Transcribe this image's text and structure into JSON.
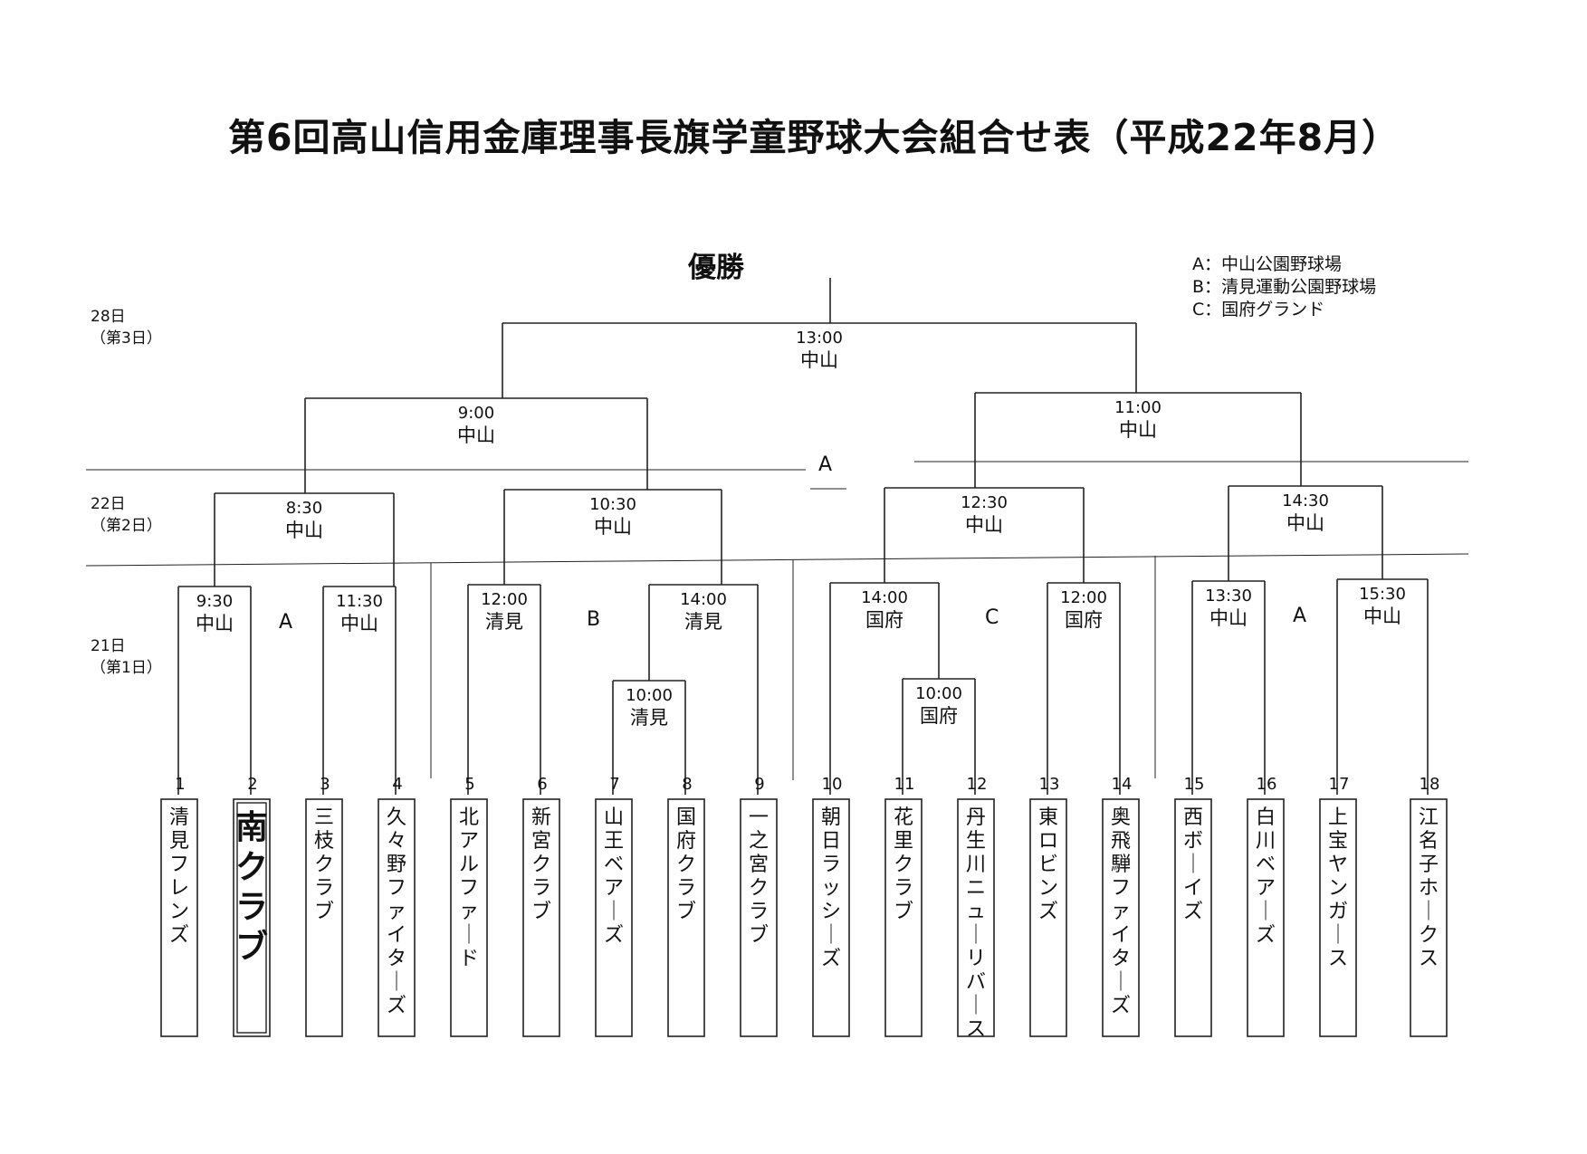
{
  "title": "第6回高山信用金庫理事長旗学童野球大会組合せ表（平成22年8月）",
  "champion_label": "優勝",
  "legend": [
    {
      "key": "A",
      "sep": "：",
      "name": "中山公園野球場"
    },
    {
      "key": "B",
      "sep": "：",
      "name": "清見運動公園野球場"
    },
    {
      "key": "C",
      "sep": "：",
      "name": "国府グランド"
    }
  ],
  "days": [
    {
      "date": "28日",
      "ordinal": "（第3日）"
    },
    {
      "date": "22日",
      "ordinal": "（第2日）"
    },
    {
      "date": "21日",
      "ordinal": "（第1日）"
    }
  ],
  "venue_marks": {
    "day3": "A",
    "day1": [
      "A",
      "B",
      "C",
      "A"
    ]
  },
  "teams": [
    {
      "num": "1",
      "name": "清見フレンズ"
    },
    {
      "num": "2",
      "name": "南クラブ",
      "highlight": true
    },
    {
      "num": "3",
      "name": "三枝クラブ"
    },
    {
      "num": "4",
      "name": "久々野ファイターズ"
    },
    {
      "num": "5",
      "name": "北アルファード"
    },
    {
      "num": "6",
      "name": "新宮クラブ"
    },
    {
      "num": "7",
      "name": "山王ベアーズ"
    },
    {
      "num": "8",
      "name": "国府クラブ"
    },
    {
      "num": "9",
      "name": "一之宮クラブ"
    },
    {
      "num": "10",
      "name": "朝日ラッシーズ"
    },
    {
      "num": "11",
      "name": "花里クラブ"
    },
    {
      "num": "12",
      "name": "丹生川ニューリバース"
    },
    {
      "num": "13",
      "name": "東ロビンズ"
    },
    {
      "num": "14",
      "name": "奥飛騨ファイターズ"
    },
    {
      "num": "15",
      "name": "西ボーイズ"
    },
    {
      "num": "16",
      "name": "白川ベアーズ"
    },
    {
      "num": "17",
      "name": "上宝ヤンガース"
    },
    {
      "num": "18",
      "name": "江名子ホークス"
    }
  ],
  "matches": {
    "final": {
      "time": "13:00",
      "venue": "中山"
    },
    "sf1": {
      "time": "9:00",
      "venue": "中山"
    },
    "sf2": {
      "time": "11:00",
      "venue": "中山"
    },
    "r2_1": {
      "time": "8:30",
      "venue": "中山"
    },
    "r2_2": {
      "time": "10:30",
      "venue": "中山"
    },
    "r2_3": {
      "time": "12:30",
      "venue": "中山"
    },
    "r2_4": {
      "time": "14:30",
      "venue": "中山"
    },
    "r1_1": {
      "time": "9:30",
      "venue": "中山"
    },
    "r1_2": {
      "time": "11:30",
      "venue": "中山"
    },
    "r1_3": {
      "time": "12:00",
      "venue": "清見"
    },
    "r1_4": {
      "time": "14:00",
      "venue": "清見"
    },
    "r1_4pre": {
      "time": "10:00",
      "venue": "清見"
    },
    "r1_5": {
      "time": "14:00",
      "venue": "国府"
    },
    "r1_5pre": {
      "time": "10:00",
      "venue": "国府"
    },
    "r1_6": {
      "time": "12:00",
      "venue": "国府"
    },
    "r1_7": {
      "time": "13:30",
      "venue": "中山"
    },
    "r1_8": {
      "time": "15:30",
      "venue": "中山"
    }
  }
}
